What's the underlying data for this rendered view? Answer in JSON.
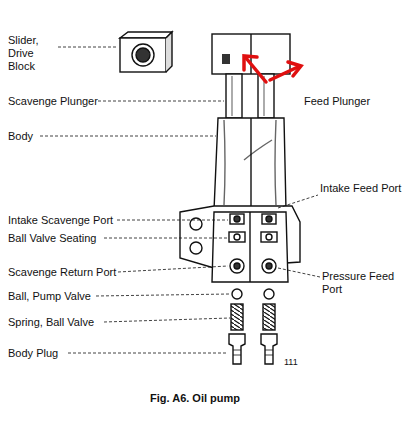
{
  "diagram": {
    "caption": "Fig. A6. Oil pump",
    "labels": [
      "Slider, Drive Block",
      "Scavenge Plunger",
      "Feed Plunger",
      "Body",
      "Intake Feed Port",
      "Intake Scavenge Port",
      "Ball Valve Seating",
      "Scavenge Return Port",
      "Pressure Feed Port",
      "Ball, Pump Valve",
      "Spring, Ball Valve",
      "Body Plug",
      "111"
    ]
  }
}
